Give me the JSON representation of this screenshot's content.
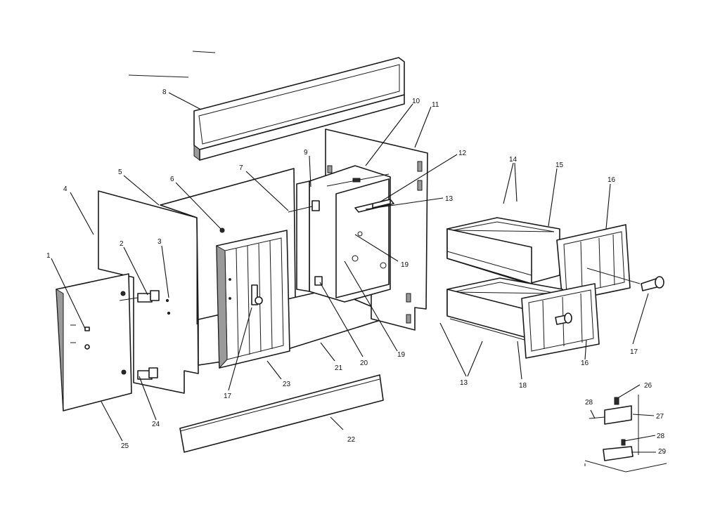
{
  "callouts": [
    {
      "id": "c1",
      "label": "1"
    },
    {
      "id": "c2",
      "label": "2"
    },
    {
      "id": "c3",
      "label": "3"
    },
    {
      "id": "c4",
      "label": "4"
    },
    {
      "id": "c5",
      "label": "5"
    },
    {
      "id": "c6",
      "label": "6"
    },
    {
      "id": "c7",
      "label": "7"
    },
    {
      "id": "c8",
      "label": "8"
    },
    {
      "id": "c9",
      "label": "9"
    },
    {
      "id": "c10",
      "label": "10"
    },
    {
      "id": "c11",
      "label": "11"
    },
    {
      "id": "c12",
      "label": "12"
    },
    {
      "id": "c13a",
      "label": "13"
    },
    {
      "id": "c13b",
      "label": "13"
    },
    {
      "id": "c14",
      "label": "14"
    },
    {
      "id": "c15",
      "label": "15"
    },
    {
      "id": "c16a",
      "label": "16"
    },
    {
      "id": "c16b",
      "label": "16"
    },
    {
      "id": "c17a",
      "label": "17"
    },
    {
      "id": "c17b",
      "label": "17"
    },
    {
      "id": "c18",
      "label": "18"
    },
    {
      "id": "c19a",
      "label": "19"
    },
    {
      "id": "c19b",
      "label": "19"
    },
    {
      "id": "c20",
      "label": "20"
    },
    {
      "id": "c21",
      "label": "21"
    },
    {
      "id": "c22",
      "label": "22"
    },
    {
      "id": "c23",
      "label": "23"
    },
    {
      "id": "c24",
      "label": "24"
    },
    {
      "id": "c25",
      "label": "25"
    },
    {
      "id": "c26",
      "label": "26"
    },
    {
      "id": "c27",
      "label": "27"
    },
    {
      "id": "c28a",
      "label": "28"
    },
    {
      "id": "c28b",
      "label": "28"
    },
    {
      "id": "c29",
      "label": "29"
    }
  ]
}
